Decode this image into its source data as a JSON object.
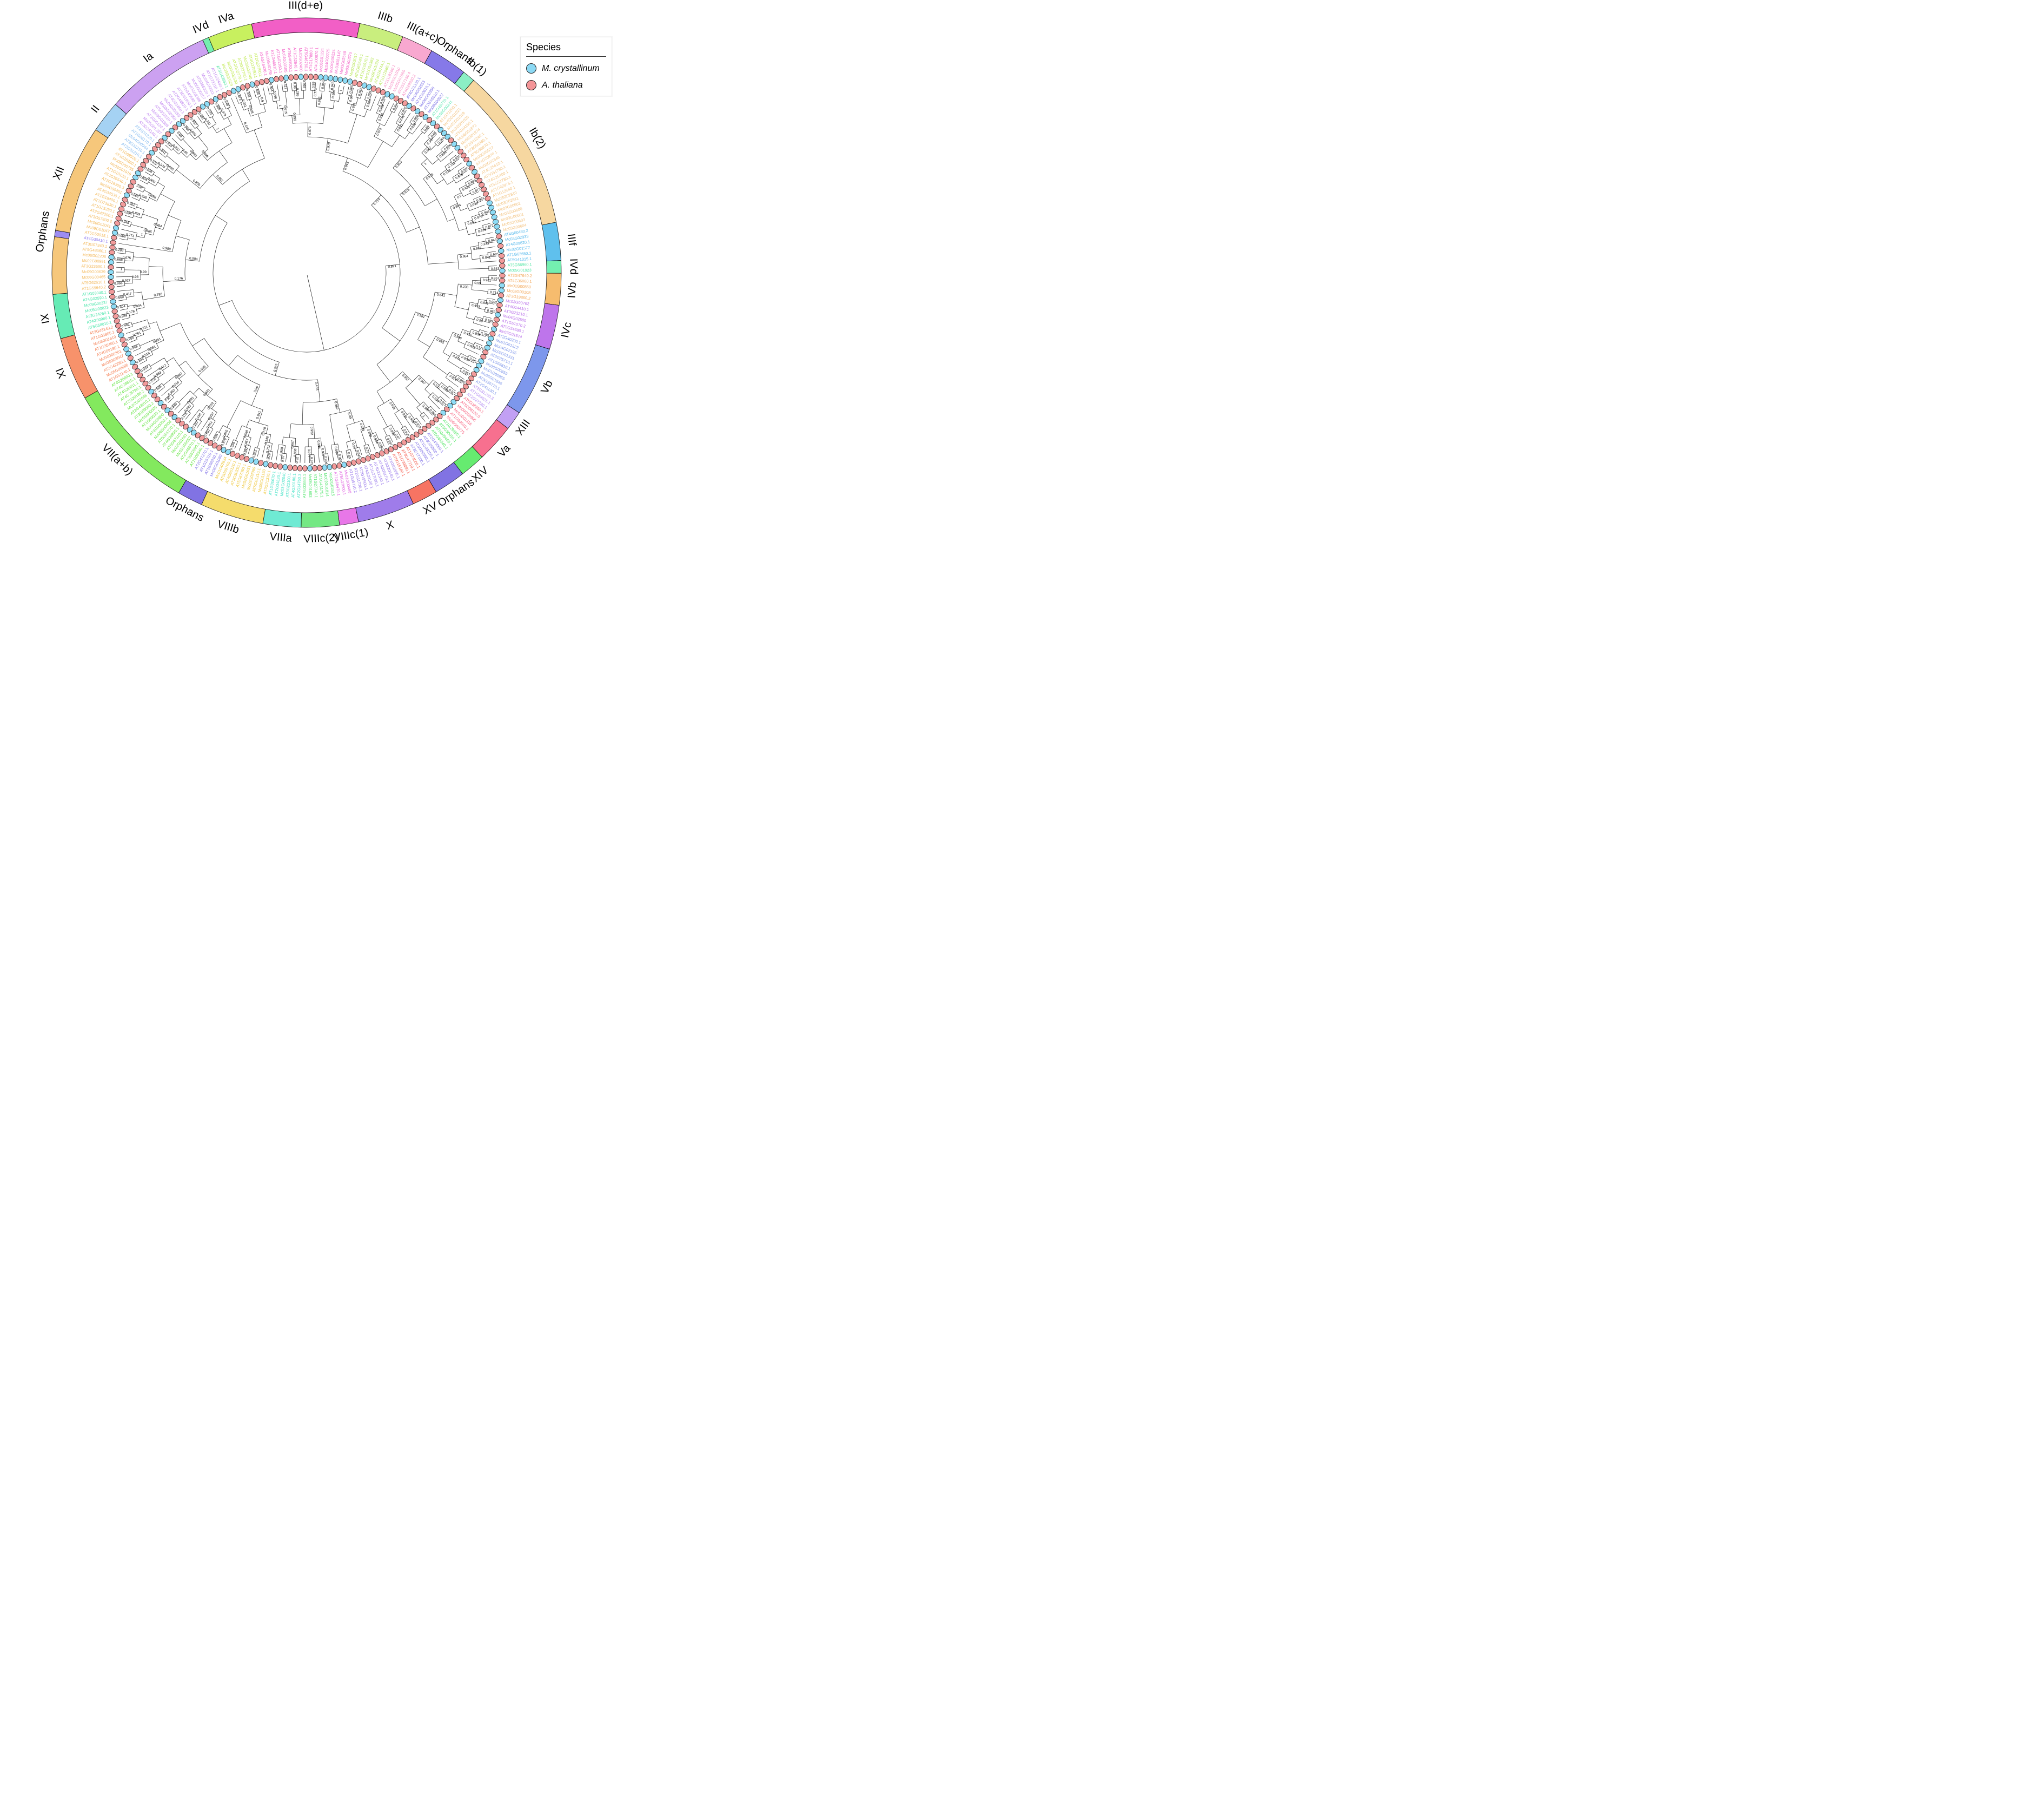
{
  "legend": {
    "title": "Species",
    "items": [
      {
        "label": "M. crystallinum",
        "color": "#8CD9F4"
      },
      {
        "label": "A. thaliana",
        "color": "#F49598"
      }
    ]
  },
  "tree": {
    "start_angle_deg": 347.5,
    "species_colors": {
      "Mc": "#8EDCF6",
      "AT": "#F29B9B"
    },
    "sectors": [
      {
        "name": "III(d+e)",
        "show_label": true,
        "arc": "#F25FC6",
        "label": "#F25FC6",
        "genes": [
          "AT4G16430.1",
          "Mc09G00199",
          "AT2G46510.1",
          "AT1G01260.1",
          "Mc04G00185",
          "AT5G46830.1",
          "AT1G32640.1",
          "Mc03G02400",
          "AT5G46760.1",
          "AT4G17880.1",
          "AT4G00870.1",
          "Mc05G01224",
          "Mc04G00225",
          "Mc04G00224",
          "Mc03G03147",
          "Mc03G02669",
          "Mc03G02670"
        ]
      },
      {
        "name": "IIIb",
        "show_label": true,
        "arc": "#C9EE7E",
        "label": "#B9E75C",
        "genes": [
          "Mc02G02017",
          "AT5G65640.1",
          "AT5G10570.1",
          "Mc01G02382",
          "Mc09G01034",
          "AT3G26744.1",
          "AT1G12860.1"
        ]
      },
      {
        "name": "III(a+c)",
        "show_label": true,
        "arc": "#F8A8D0",
        "label": "#F78FC4",
        "genes": [
          "AT2G28160.1",
          "Mc08G01910",
          "Mc05G01869",
          "AT5G57150.4",
          "AT4G29930.3"
        ]
      },
      {
        "name": "Orphans",
        "show_label": true,
        "arc": "#8679E8",
        "label": "#7A6EE6",
        "genes": [
          "AT4G21330.1",
          "Mc04G02553",
          "AT1G10610.1",
          "Mc06G00350",
          "AT2G16910.1",
          "Mc08G00037"
        ]
      },
      {
        "name": "Ib(1)",
        "show_label": true,
        "arc": "#8BEFC5",
        "label": "#5BE8B0",
        "genes": [
          "AT1G49770.1",
          "Mc08G00241"
        ]
      },
      {
        "name": "Ib(2)",
        "show_label": true,
        "arc": "#F6D7A0",
        "label": "#F3C380",
        "genes": [
          "AT1G71200.1",
          "Mc02G01021",
          "Mc02G01019",
          "Mc02G01020",
          "AT5G04150.1",
          "Mc06G01873",
          "Mc06G01874",
          "AT2G41240.1",
          "AT3G56980.1",
          "AT3G56970.1",
          "Mc09G00537",
          "AT4G20970.1",
          "Mc04G02348",
          "AT4G25410.1",
          "AT5G51790.1",
          "AT4G25400.1",
          "AT5G51780.1",
          "AT1G62975.1",
          "AT1G12540.1",
          "Mc03G02810",
          "Mc03G02811",
          "Mc03G00602",
          "Mc03G00600",
          "Mc03G00601",
          "Mc03G00603",
          "Mc03G00604"
        ]
      },
      {
        "name": "IIIf",
        "show_label": true,
        "arc": "#5FC0ED",
        "label": "#54B8EC",
        "genes": [
          "AT4G00480.2",
          "Mc03G02933",
          "AT4G09820.1",
          "Mc02G01577",
          "AT1G63650.1",
          "AT5G41315.1"
        ]
      },
      {
        "name": "IVd",
        "show_label": true,
        "arc": "#74EFB0",
        "label": "#4FE5A3",
        "genes": [
          "AT5G56960.1",
          "Mc05G01923"
        ]
      },
      {
        "name": "IVb",
        "show_label": true,
        "arc": "#F6BC6E",
        "label": "#F3A85A",
        "genes": [
          "AT3G47640.2",
          "AT4G36060.1",
          "Mc01G00860",
          "Mc08G00108",
          "AT3G19860.2"
        ]
      },
      {
        "name": "IVc",
        "show_label": true,
        "arc": "#BE75EB",
        "label": "#B96FEA",
        "genes": [
          "Mc03G00762",
          "AT4G14410.1",
          "AT3G23210.1",
          "Mc04G02580",
          "AT1G51070.2",
          "AT5G54680.1",
          "Mc07G01674"
        ]
      },
      {
        "name": "Vb",
        "show_label": true,
        "arc": "#7D97EC",
        "label": "#7E96EA",
        "genes": [
          "AT2G40200.1",
          "Mc01G01222",
          "Mc04G02195",
          "Mc08G01331",
          "AT3G25710.1",
          "AT1G68810.1",
          "Mc06G00859",
          "Mc01G00955",
          "Mc06G01846",
          "AT3G56770.1",
          "AT2G41130.1"
        ]
      },
      {
        "name": "XIII",
        "show_label": true,
        "arc": "#C2A0F4",
        "label": "#B38BF2",
        "genes": [
          "AT2G31280.3",
          "AT1G64625.1",
          "AT2G27230.1"
        ]
      },
      {
        "name": "Va",
        "show_label": true,
        "arc": "#F7708F",
        "label": "#F7627F",
        "genes": [
          "AT5G38860.1",
          "AT5G08130.5",
          "Mc09G00905",
          "Mc01G01116",
          "AT1G69010.1",
          "Mc06G00775"
        ]
      },
      {
        "name": "XIV",
        "show_label": true,
        "arc": "#66EB70",
        "label": "#4CE65F",
        "genes": [
          "AT1G29950.1",
          "AT5G50010.1",
          "AT5G09460.1",
          "AT5G64340.1"
        ]
      },
      {
        "name": "Orphans",
        "show_label": true,
        "arc": "#8173E3",
        "label": "#8375E8",
        "genes": [
          "AT2G43060.1",
          "AT3G05800.1",
          "AT1G09250.1",
          "AT3G06590.2",
          "AT3G17100.1"
        ]
      },
      {
        "name": "XV",
        "show_label": true,
        "arc": "#F77463",
        "label": "#F55F51",
        "genes": [
          "AT1G74500.1",
          "AT3G47710.1",
          "AT5G39860.1",
          "AT5G15160.1"
        ]
      },
      {
        "name": "X",
        "show_label": true,
        "arc": "#9F7CEA",
        "label": "#9878EB",
        "genes": [
          "AT1G61660.1",
          "AT3G20640.1",
          "AT4G05170.1",
          "AT4G21340.1",
          "AT1G27660.1",
          "AT4G29100.1",
          "AT3G19500.1",
          "AT2G31730.1",
          "AT1G05710.2"
        ]
      },
      {
        "name": "VIIIc(1)",
        "show_label": true,
        "arc": "#E877E8",
        "label": "#E163E1",
        "genes": [
          "Mc01G00468",
          "AT5G37800.1",
          "AT1G66470.1"
        ]
      },
      {
        "name": "VIIIc(2)",
        "show_label": true,
        "arc": "#74E884",
        "label": "#55E56F",
        "genes": [
          "Mc02G01815",
          "Mc02G01814",
          "AT5G43175.1",
          "AT1G27740.1",
          "Mc05G01693",
          "AT4G33880.1"
        ]
      },
      {
        "name": "VIIIa",
        "show_label": true,
        "arc": "#6FEAD3",
        "label": "#44E2C6",
        "genes": [
          "AT2G14760.3",
          "AT4G30180.1",
          "AT3G22100.1",
          "Mc03G02640",
          "AT2G34820.1",
          "AT1G30670.1"
        ]
      },
      {
        "name": "VIIIb",
        "show_label": true,
        "arc": "#F5DC6C",
        "label": "#EFC83E",
        "genes": [
          "AT3G21330.1",
          "Mc08G01150",
          "AT5G01310.1",
          "Mc03G02089",
          "Mc02G01651",
          "AT5G67060.1",
          "AT3G50330.1",
          "AT4G00120.1",
          "AT5G09750.1",
          "Mc01G02834"
        ]
      },
      {
        "name": "Orphans",
        "show_label": true,
        "arc": "#8173E3",
        "label": "#8375E8",
        "genes": [
          "Mc06G01080",
          "AT1G68240.1",
          "AT1G25310.1",
          "AT2G47270.1"
        ]
      },
      {
        "name": "VII(a+b)",
        "show_label": true,
        "arc": "#83E95E",
        "label": "#66E545",
        "genes": [
          "AT1G02340.1",
          "AT3G62090.1",
          "AT2G46970.1",
          "Mc01G00552",
          "Mc02G01681",
          "AT5G67110.1",
          "AT4G36930.1",
          "AT5G61270.1",
          "Mc09G00806",
          "AT4G00050.1",
          "Mc04G00800",
          "AT1G09530.1",
          "Mc05G00505",
          "AT3G59060.2",
          "AT2G43010.1",
          "Mc02G01086",
          "AT2G20180.2",
          "AT4G28790.1",
          "AT4G28811.1",
          "AT4G28815.1",
          "AT4G28800.1"
        ]
      },
      {
        "name": "IX",
        "show_label": true,
        "arc": "#F7926B",
        "label": "#F58055",
        "genes": [
          "AT1G51140.1",
          "Mc05G00898",
          "AT2G42280.1",
          "Mc06G02047",
          "Mc04G00301",
          "AT4G09180.1",
          "AT1G35460.1",
          "Mc03G01610",
          "AT1G05805.1",
          "AT2G43140.2"
        ]
      },
      {
        "name": "XI",
        "show_label": true,
        "arc": "#66EBB5",
        "label": "#46E5A9",
        "genes": [
          "AT5G58010.1",
          "AT4G30980.1",
          "AT2G24260.1",
          "Mc05G00823",
          "Mc09G00237",
          "AT4G02590.1",
          "AT1G03040.1"
        ]
      },
      {
        "name": "XII",
        "show_label": false,
        "arc": "#F6C77B",
        "label": "#F3BA5F",
        "genes": [
          "AT1G59640.2",
          "AT5G62610.1",
          "Mc06G00465",
          "Mc09G00639",
          "AT3G23690.1",
          "Mc02G00991",
          "Mc06G02206",
          "AT5G48560.1",
          "AT3G07340.1"
        ]
      },
      {
        "name": "Orphans",
        "show_label": true,
        "arc": "#9D8CF1",
        "label": "#8F7BEF",
        "genes": [
          "AT4G30410.1"
        ]
      },
      {
        "name": "XII",
        "show_label": true,
        "arc": "#F6C77B",
        "label": "#F3BA5F",
        "genes": [
          "AT5G50915.1",
          "Mc09G01047",
          "Mc06G02041",
          "AT3G57800.2",
          "AT2G42300.1",
          "AT1G25330.1",
          "AT1G73830.1",
          "AT1G18400.1",
          "AT4G34530.1",
          "Mc08G00451",
          "AT2G18300.3",
          "AT4G36540.1",
          "AT1G10120.1",
          "Mc02G01919",
          "Mc06G00795",
          "AT1G26260.1",
          "AT1G68920.1"
        ]
      },
      {
        "name": "II",
        "show_label": true,
        "arc": "#A5D2F3",
        "label": "#86BBF0",
        "genes": [
          "AT2G31215.1",
          "AT2G31210.1",
          "Mc04G00944",
          "AT1G06170.1",
          "AT2G31220.1"
        ]
      },
      {
        "name": "Ia",
        "show_label": true,
        "arc": "#CCA1F1",
        "label": "#C187F0",
        "genes": [
          "AT3G24140.1",
          "Mc05G01237",
          "AT3G06120.1",
          "Mc03G01385",
          "AT5G53210.1",
          "Mc03G00368",
          "Mc04G00255",
          "AT4G01460.1",
          "AT2G46810.1",
          "AT3G61950.1",
          "AT5G46690.1",
          "Mc03G02386",
          "Mc05G00157",
          "AT5G65320.1",
          "Mc04G00511",
          "AT1G72210.1",
          "AT1G22490.1"
        ]
      },
      {
        "name": "IVd",
        "show_label": true,
        "arc": "#74EFB0",
        "label": "#4FE5A3",
        "genes": [
          "AT5G43650.1"
        ]
      },
      {
        "name": "IVa",
        "show_label": true,
        "arc": "#C8F05F",
        "label": "#BFE94E",
        "genes": [
          "Mc03G02529",
          "Mc03G02530",
          "AT2G22770.1",
          "AT2G22760.1",
          "Mc08G00740",
          "AT4G37850.1",
          "AT2G22750.2"
        ]
      }
    ],
    "bootstrap_values": [
      0.994,
      0.966,
      0.527,
      1,
      0.98,
      0.668,
      0.283,
      0.675,
      0.99,
      0.968,
      0.771,
      0.948,
      1,
      0.996,
      0.962,
      0.999,
      0.865,
      0.866,
      0.98,
      0.939,
      0.904,
      0.999,
      0.989,
      0.998,
      0.984,
      0.922,
      0.976,
      0.841,
      0.986,
      0.918,
      0.932,
      0.65,
      0.66,
      0.964,
      0.997,
      0.898,
      0.893,
      0.667,
      0.935,
      0.731,
      0.985,
      0.948,
      0.979,
      1,
      0.999,
      0.673,
      0.932,
      0.961,
      0.638,
      0.9,
      0.998,
      0.973,
      0.872,
      0.978,
      0.853,
      0.864,
      0.976,
      0.943,
      0.233,
      0.985,
      0.841,
      0.997,
      0.633,
      0.957,
      0.981,
      0.714,
      0.99,
      0.952,
      0.982,
      0.941,
      0.989,
      0.96,
      0.453,
      0.788,
      0.988,
      0.176,
      0.809,
      0.476,
      0.862,
      0.904,
      0.557,
      0.871,
      0.966,
      0.996,
      0.929,
      0.927,
      0.865,
      0.875,
      0.933,
      0.537,
      0.864,
      1,
      0.997,
      0.929,
      0.995,
      0.993,
      0.929,
      0.67,
      0.997,
      0.991,
      0.992,
      0.954,
      0.767,
      0.608,
      0.945,
      0.83,
      0.94,
      0.876,
      0.999,
      0.564,
      0.906,
      0.997,
      0.979,
      0.977,
      0.996,
      0.92,
      0.888,
      0.87,
      0.998,
      0.067,
      0.926,
      0.752,
      0.961,
      0.148,
      0.392,
      0.957,
      0.338,
      0.668,
      0.778,
      0.979,
      0.804,
      0.965,
      0.992,
      0.912,
      0.167,
      0.158,
      0.337,
      0.175,
      0.993,
      0.849,
      0.991,
      0.819,
      0.95,
      0.963,
      0.905,
      0.218,
      0.758,
      0.983,
      0.914,
      0.412,
      0.567,
      0.621,
      0.346,
      0.915,
      0.588,
      0.881,
      0.995,
      0.361,
      0.482,
      0.711,
      0.851,
      0.859,
      0.604,
      0.178,
      0.669,
      0.417
    ]
  }
}
